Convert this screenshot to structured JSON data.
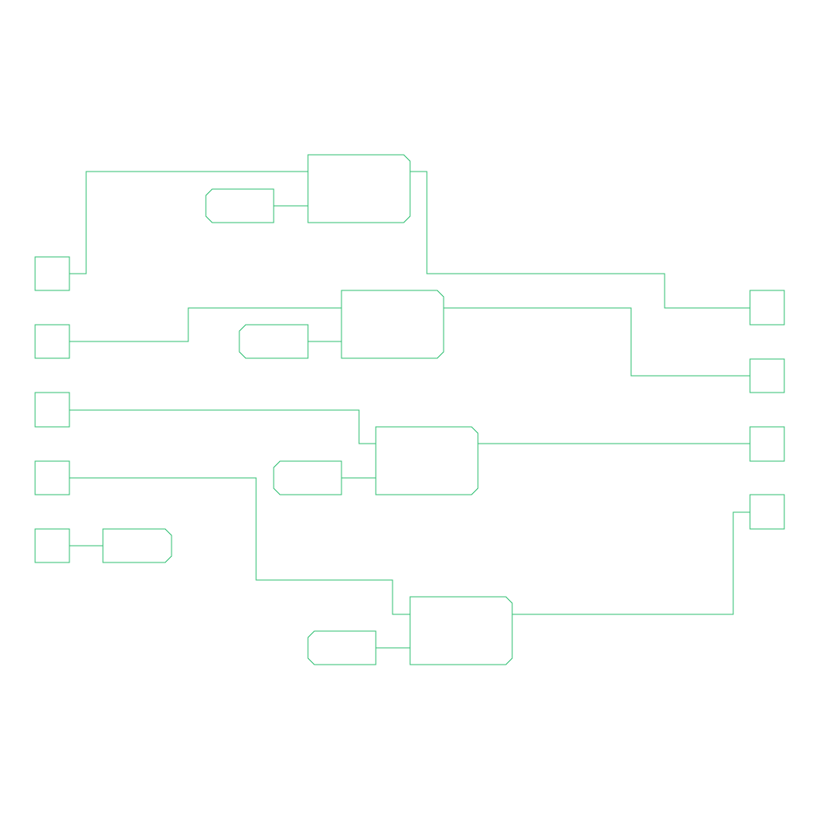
{
  "colors": {
    "background": "#ffffff",
    "stroke": "#2fbf71"
  },
  "diagram": {
    "input_ports": [
      {
        "id": "in-1"
      },
      {
        "id": "in-2"
      },
      {
        "id": "in-3"
      },
      {
        "id": "in-4"
      },
      {
        "id": "in-5"
      }
    ],
    "output_ports": [
      {
        "id": "out-1"
      },
      {
        "id": "out-2"
      },
      {
        "id": "out-3"
      },
      {
        "id": "out-4"
      }
    ],
    "blocks": [
      {
        "id": "block-1"
      },
      {
        "id": "block-2"
      },
      {
        "id": "block-3"
      },
      {
        "id": "block-4"
      }
    ],
    "parameter_tags": [
      {
        "id": "tag-1"
      },
      {
        "id": "tag-2"
      },
      {
        "id": "tag-3"
      },
      {
        "id": "tag-4"
      },
      {
        "id": "tag-5"
      }
    ]
  }
}
